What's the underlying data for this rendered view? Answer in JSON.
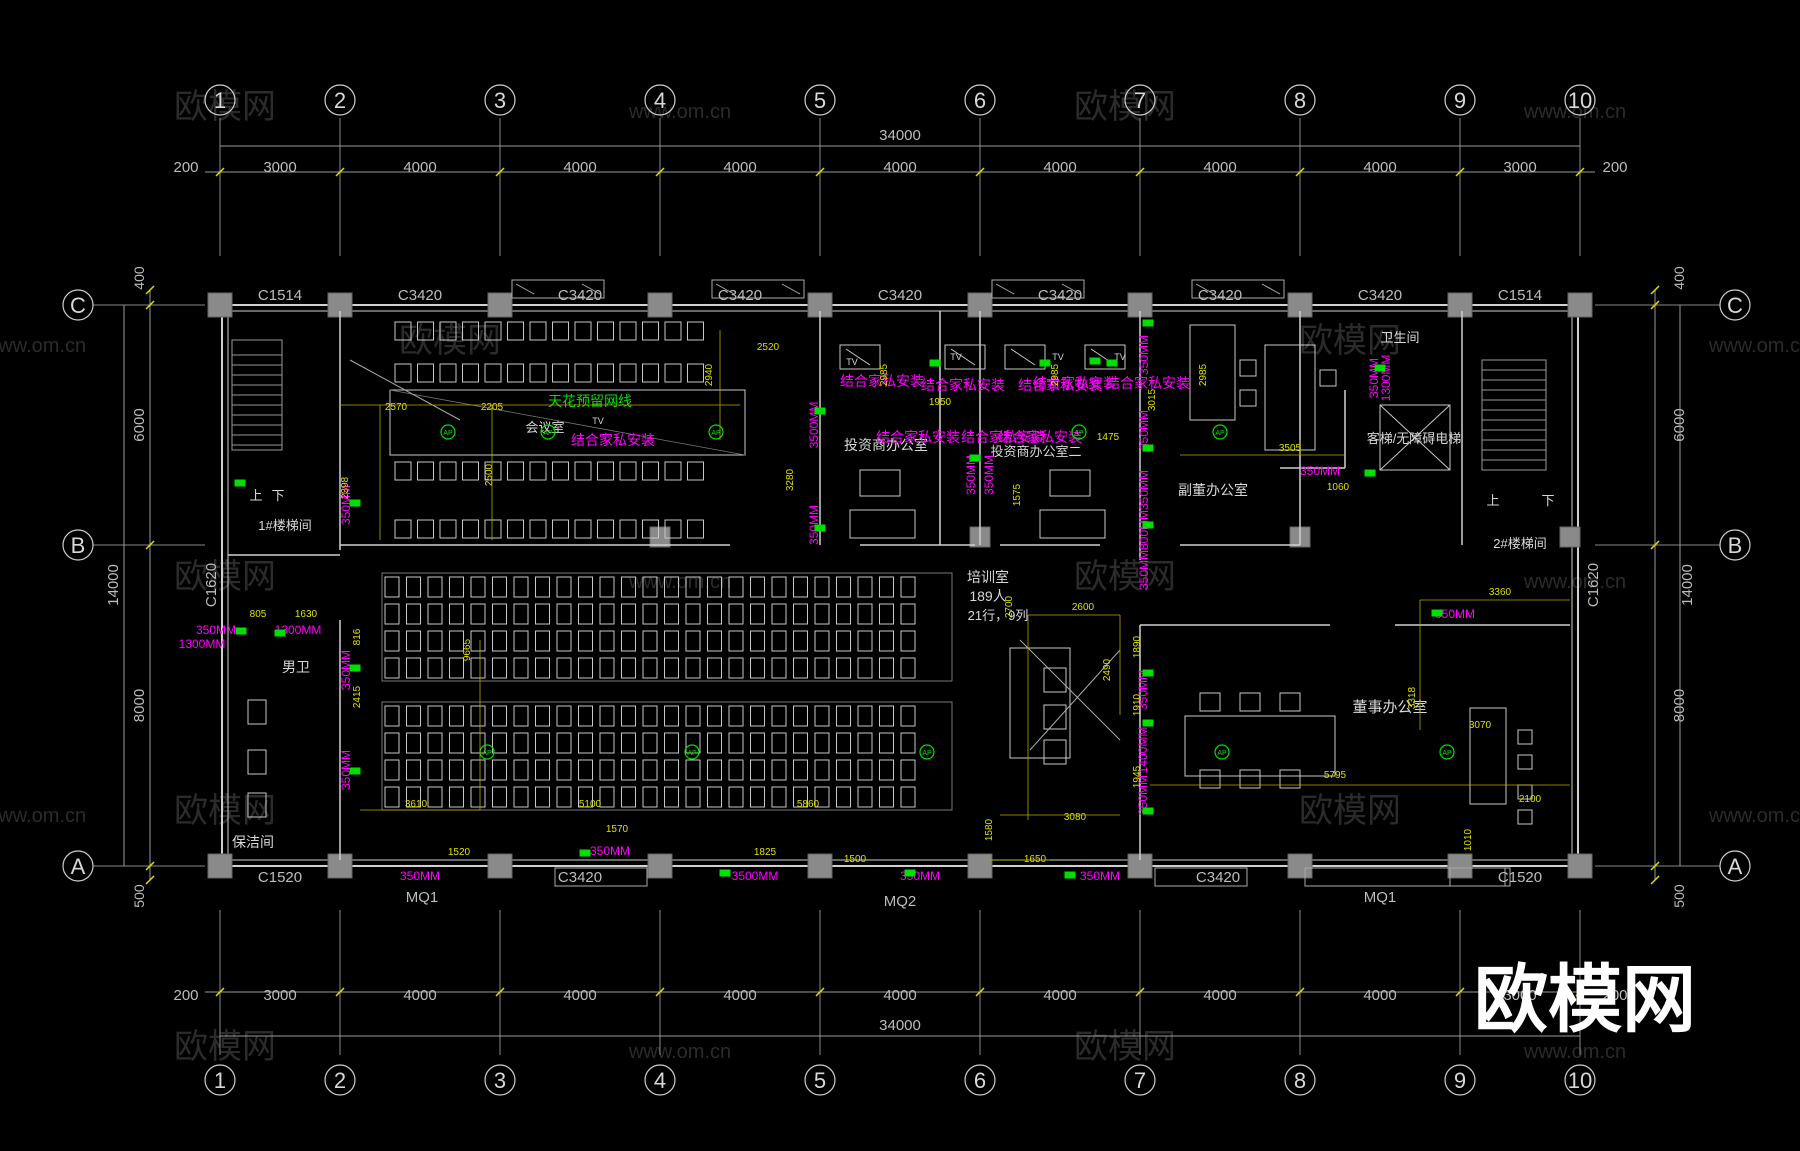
{
  "axes_columns": [
    "1",
    "2",
    "3",
    "4",
    "5",
    "6",
    "7",
    "8",
    "9",
    "10"
  ],
  "axes_rows": [
    "C",
    "B",
    "A"
  ],
  "total_width": "34000",
  "column_spans": [
    "3000",
    "4000",
    "4000",
    "4000",
    "4000",
    "4000",
    "4000",
    "4000",
    "3000"
  ],
  "edge_offset": "200",
  "total_depth": "14000",
  "row_spans": [
    "6000",
    "8000"
  ],
  "top_offset": "400",
  "bottom_offset": "500",
  "windows_top": [
    "C1514",
    "C3420",
    "C3420",
    "C3420",
    "C3420",
    "C3420",
    "C3420",
    "C3420",
    "C1514"
  ],
  "windows_side": [
    "C1620",
    "C1620"
  ],
  "windows_bottom": [
    "C1520",
    "MQ1",
    "C3420",
    "MQ2",
    "C3420",
    "MQ1",
    "C1520"
  ],
  "rooms": {
    "conference": "会议室",
    "stair1": "1#楼梯间",
    "stair2": "2#楼梯间",
    "stair_up": "上",
    "stair_down": "下",
    "mens_wc": "男卫",
    "cleaning": "保洁间",
    "investor1": "投资商办公室",
    "investor2": "投资商办公室二",
    "vice_office": "副董办公室",
    "restroom": "卫生间",
    "elevator": "客梯/无障碍电梯",
    "training": "培训室",
    "training_capacity": "189人",
    "training_layout": "21行，9列",
    "chairman": "董事办公室"
  },
  "notes": {
    "ceiling_network": "天花预留网线",
    "furniture": "结合家私安装",
    "socket_350": "350MM",
    "socket_3500": "3500MM",
    "socket_1300": "1300MM",
    "socket_1400": "1400MM",
    "socket_800": "800MM"
  },
  "ap_label": "AP",
  "tv_label": "TV",
  "dims_inner": [
    "2520",
    "2570",
    "2205",
    "2940",
    "3280",
    "2500",
    "2398",
    "2985",
    "1950",
    "2985",
    "1475",
    "1575",
    "3015",
    "2985",
    "3505",
    "1060",
    "805",
    "1630",
    "816",
    "9665",
    "2415",
    "3610",
    "5100",
    "5860",
    "1570",
    "1520",
    "1825",
    "1500",
    "1650",
    "2700",
    "2600",
    "2490",
    "3080",
    "1580",
    "1890",
    "1910",
    "1945",
    "5795",
    "3318",
    "3360",
    "3070",
    "2100",
    "1010"
  ],
  "watermark_logo": "欧模网",
  "watermark_url": "www.om.cn",
  "brand_logo": "欧模网"
}
